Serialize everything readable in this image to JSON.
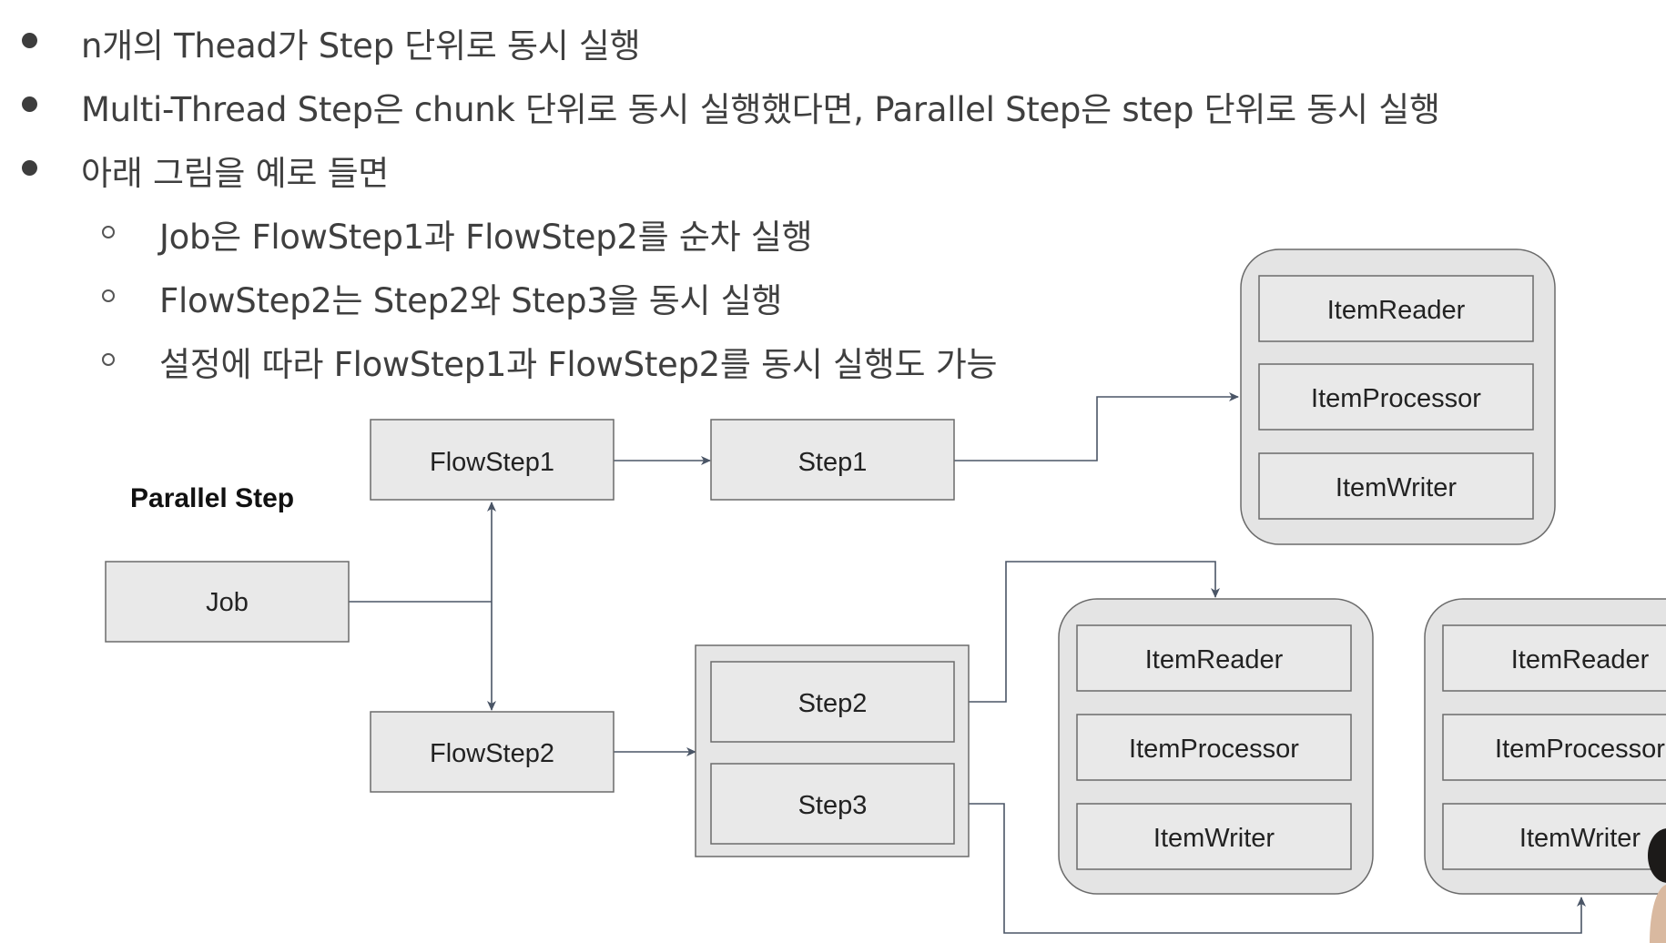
{
  "bullets": [
    "n개의 Thead가 Step 단위로 동시 실행",
    "Multi-Thread Step은 chunk 단위로 동시 실행했다면, Parallel Step은 step 단위로 동시 실행",
    "아래 그림을 예로 들면"
  ],
  "sub_bullets": [
    "Job은 FlowStep1과 FlowStep2를 순차 실행",
    "FlowStep2는 Step2와 Step3을 동시 실행",
    "설정에 따라 FlowStep1과 FlowStep2를 동시 실행도 가능"
  ],
  "diagram": {
    "title": "Parallel Step",
    "job": "Job",
    "flowstep1": "FlowStep1",
    "flowstep2": "FlowStep2",
    "step1": "Step1",
    "step2": "Step2",
    "step3": "Step3",
    "chunk1": {
      "reader": "ItemReader",
      "processor": "ItemProcessor",
      "writer": "ItemWriter"
    },
    "chunk2": {
      "reader": "ItemReader",
      "processor": "ItemProcessor",
      "writer": "ItemWriter"
    },
    "chunk3": {
      "reader": "ItemReader",
      "processor": "ItemProcessor",
      "writer": "ItemWriter"
    }
  },
  "colors": {
    "box_fill": "#e9e9e9",
    "box_stroke": "#6b6b6b",
    "chunk_fill": "#e4e4e4",
    "arrow": "#4a5566"
  }
}
